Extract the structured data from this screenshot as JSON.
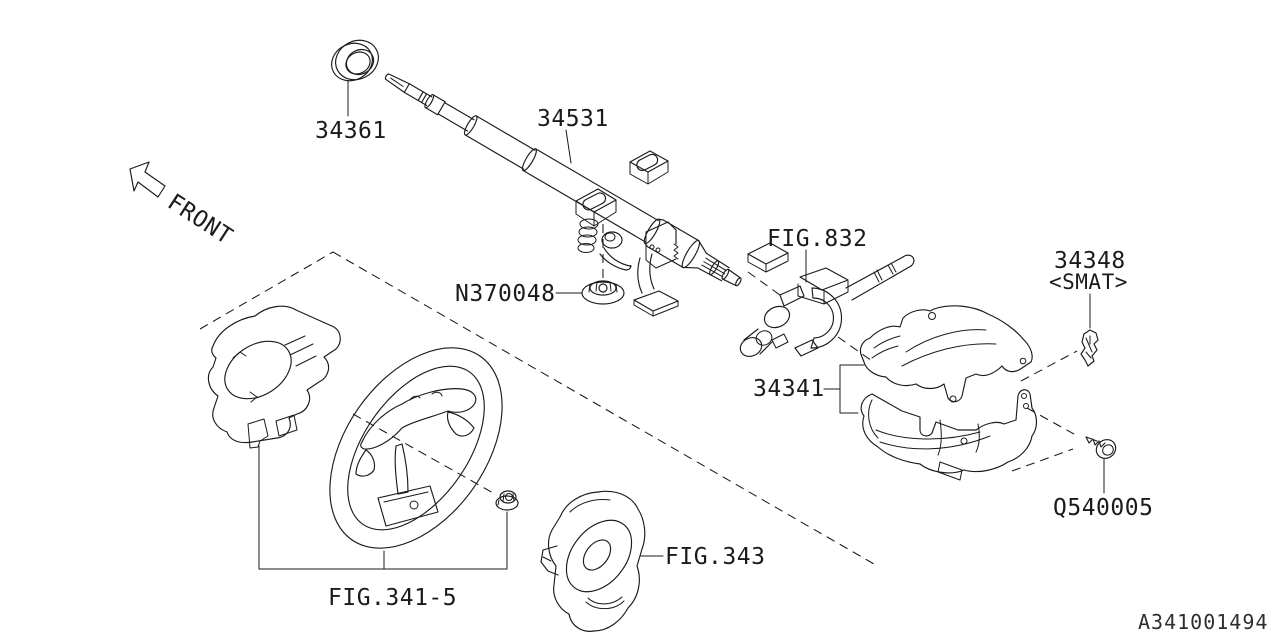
{
  "diagram": {
    "drawing_no": "A341001494",
    "direction_label": "FRONT"
  },
  "labels": {
    "p34361": "34361",
    "p34531": "34531",
    "n370048": "N370048",
    "fig832": "FIG.832",
    "p34341": "34341",
    "p34348": "34348",
    "smat": "<SMAT>",
    "q540005": "Q540005",
    "fig343": "FIG.343",
    "fig341_5": "FIG.341-5"
  },
  "colors": {
    "line": "#1b1b1b",
    "background": "#ffffff",
    "watermark": "#2e2e2e"
  }
}
